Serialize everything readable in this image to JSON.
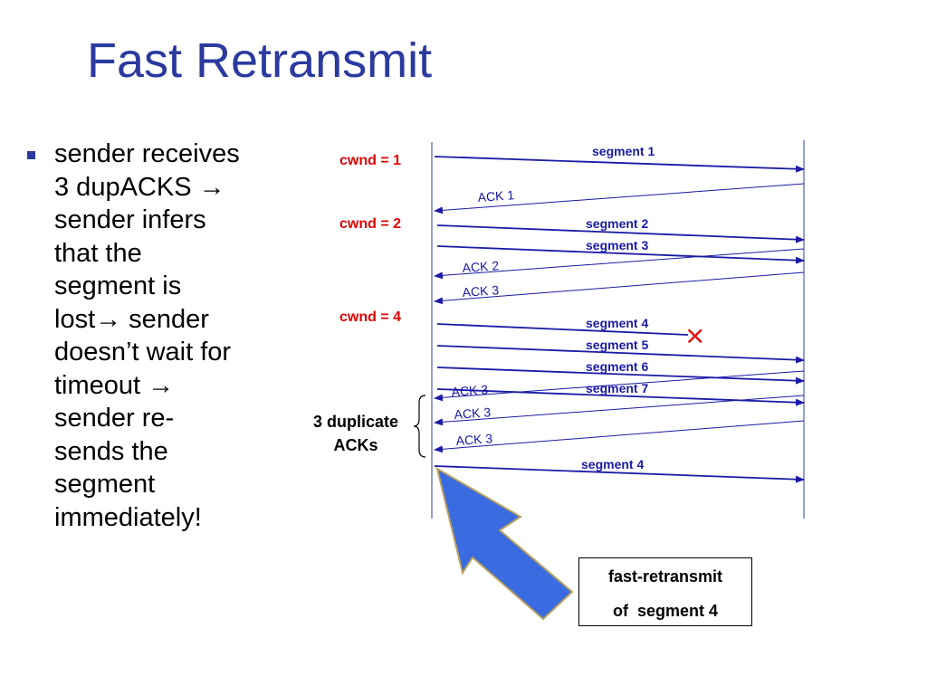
{
  "title": "Fast Retransmit",
  "bullet": {
    "lines": [
      "sender receives",
      "3 dupACKS →",
      "sender infers",
      "that the",
      "segment is",
      "lost→ sender",
      "doesn’t wait for",
      "timeout →",
      "sender re-",
      "sends the",
      "segment",
      "immediately!"
    ]
  },
  "diagram": {
    "cwnd_labels": [
      "cwnd = 1",
      "cwnd = 2",
      "cwnd = 4"
    ],
    "segments": [
      "segment 1",
      "segment 2",
      "segment 3",
      "segment 4",
      "segment 5",
      "segment 6",
      "segment 7",
      "segment 4"
    ],
    "acks": [
      "ACK 1",
      "ACK 2",
      "ACK 3",
      "ACK 3",
      "ACK 3",
      "ACK 3"
    ],
    "lost_marker": "×",
    "duplicate_label": [
      "3 duplicate",
      "ACKs"
    ],
    "callout": {
      "line1": "fast-retransmit",
      "line2": "of  segment 4"
    },
    "colors": {
      "title": "#2b3a9e",
      "arrows": "#1a1aa6",
      "cwnd": "#e00000",
      "lost": "#e00000",
      "big_arrow_fill": "#3a6be0",
      "big_arrow_stroke": "#b8a060"
    }
  }
}
